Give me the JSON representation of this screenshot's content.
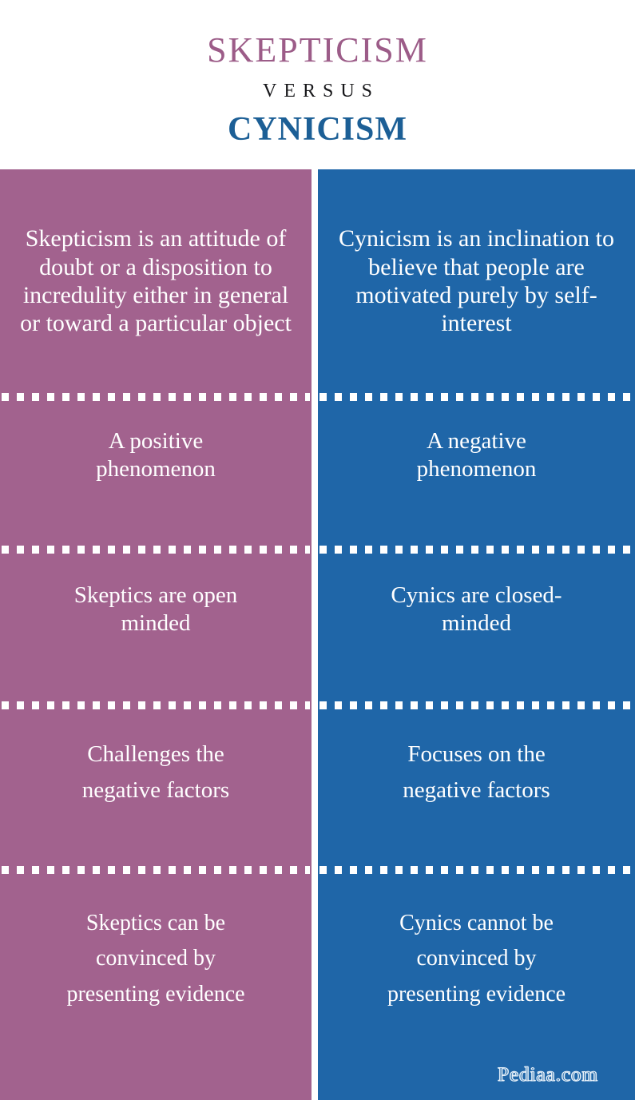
{
  "header": {
    "title_primary": "SKEPTICISM",
    "versus": "VERSUS",
    "title_secondary": "CYNICISM"
  },
  "colors": {
    "left_panel": "#a2628e",
    "right_panel": "#1f66a8",
    "title_primary": "#9c5c88",
    "title_secondary": "#1c5f96",
    "versus": "#17171a",
    "text": "#ffffff",
    "background": "#ffffff",
    "watermark": "#2f72ad"
  },
  "comparison": {
    "left_heading": "SKEPTICISM",
    "right_heading": "CYNICISM",
    "rows": [
      {
        "left": "Skepticism is an attitude of doubt or a disposition to incredulity either in general or toward a particular object",
        "right": "Cynicism is an inclination to believe that people are motivated purely by self-interest"
      },
      {
        "left": "A  positive\nphenomenon",
        "right": "A negative\nphenomenon"
      },
      {
        "left": "Skeptics are open\nminded",
        "right": "Cynics are closed-\nminded"
      },
      {
        "left": "Challenges the\nnegative factors",
        "right": "Focuses on the\nnegative factors"
      },
      {
        "left": "Skeptics can be\nconvinced by\npresenting evidence",
        "right": "Cynics cannot  be\nconvinced by\npresenting evidence"
      }
    ]
  },
  "watermark": {
    "text": "Pediaa.com"
  }
}
